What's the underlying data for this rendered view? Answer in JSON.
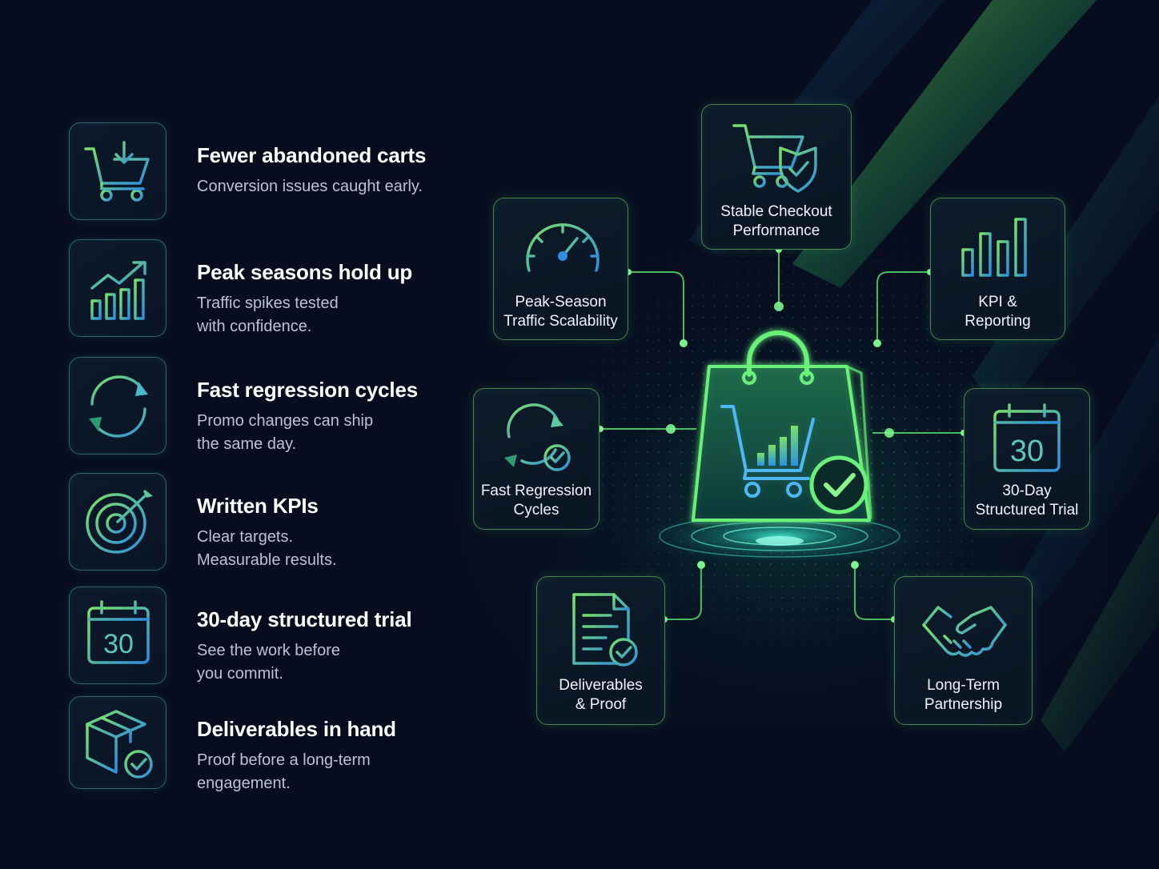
{
  "features": [
    {
      "title": "Fewer abandoned carts",
      "description": "Conversion issues caught early.",
      "icon": "cart-download-icon"
    },
    {
      "title": "Peak seasons hold up",
      "description": "Traffic spikes tested\nwith confidence.",
      "icon": "growth-chart-icon"
    },
    {
      "title": "Fast regression cycles",
      "description": "Promo changes can ship\nthe same day.",
      "icon": "refresh-cycle-icon"
    },
    {
      "title": "Written KPIs",
      "description": "Clear targets.\nMeasurable results.",
      "icon": "target-icon"
    },
    {
      "title": "30-day structured trial",
      "description": "See the work before\nyou commit.",
      "icon": "calendar-icon",
      "icon_text": "30"
    },
    {
      "title": "Deliverables in hand",
      "description": "Proof before a long-term\nengagement.",
      "icon": "box-check-icon"
    }
  ],
  "hub": {
    "icon": "shopping-bag-cart-check-icon",
    "cards": {
      "checkout": {
        "label": "Stable Checkout\nPerformance",
        "icon": "cart-shield-icon"
      },
      "peak": {
        "label": "Peak-Season\nTraffic Scalability",
        "icon": "speedometer-icon"
      },
      "kpi": {
        "label": "KPI &\nReporting",
        "icon": "bar-chart-icon"
      },
      "regression": {
        "label": "Fast Regression\nCycles",
        "icon": "refresh-check-icon"
      },
      "trial": {
        "label": "30-Day\nStructured Trial",
        "icon": "calendar-icon",
        "icon_text": "30"
      },
      "deliverables": {
        "label": "Deliverables\n& Proof",
        "icon": "document-check-icon"
      },
      "partnership": {
        "label": "Long-Term\nPartnership",
        "icon": "handshake-icon"
      }
    }
  },
  "colors": {
    "background": "#070d1e",
    "accent_green": "#5ee07a",
    "accent_blue": "#2f8fe0",
    "accent_teal": "#2ed3b0"
  }
}
